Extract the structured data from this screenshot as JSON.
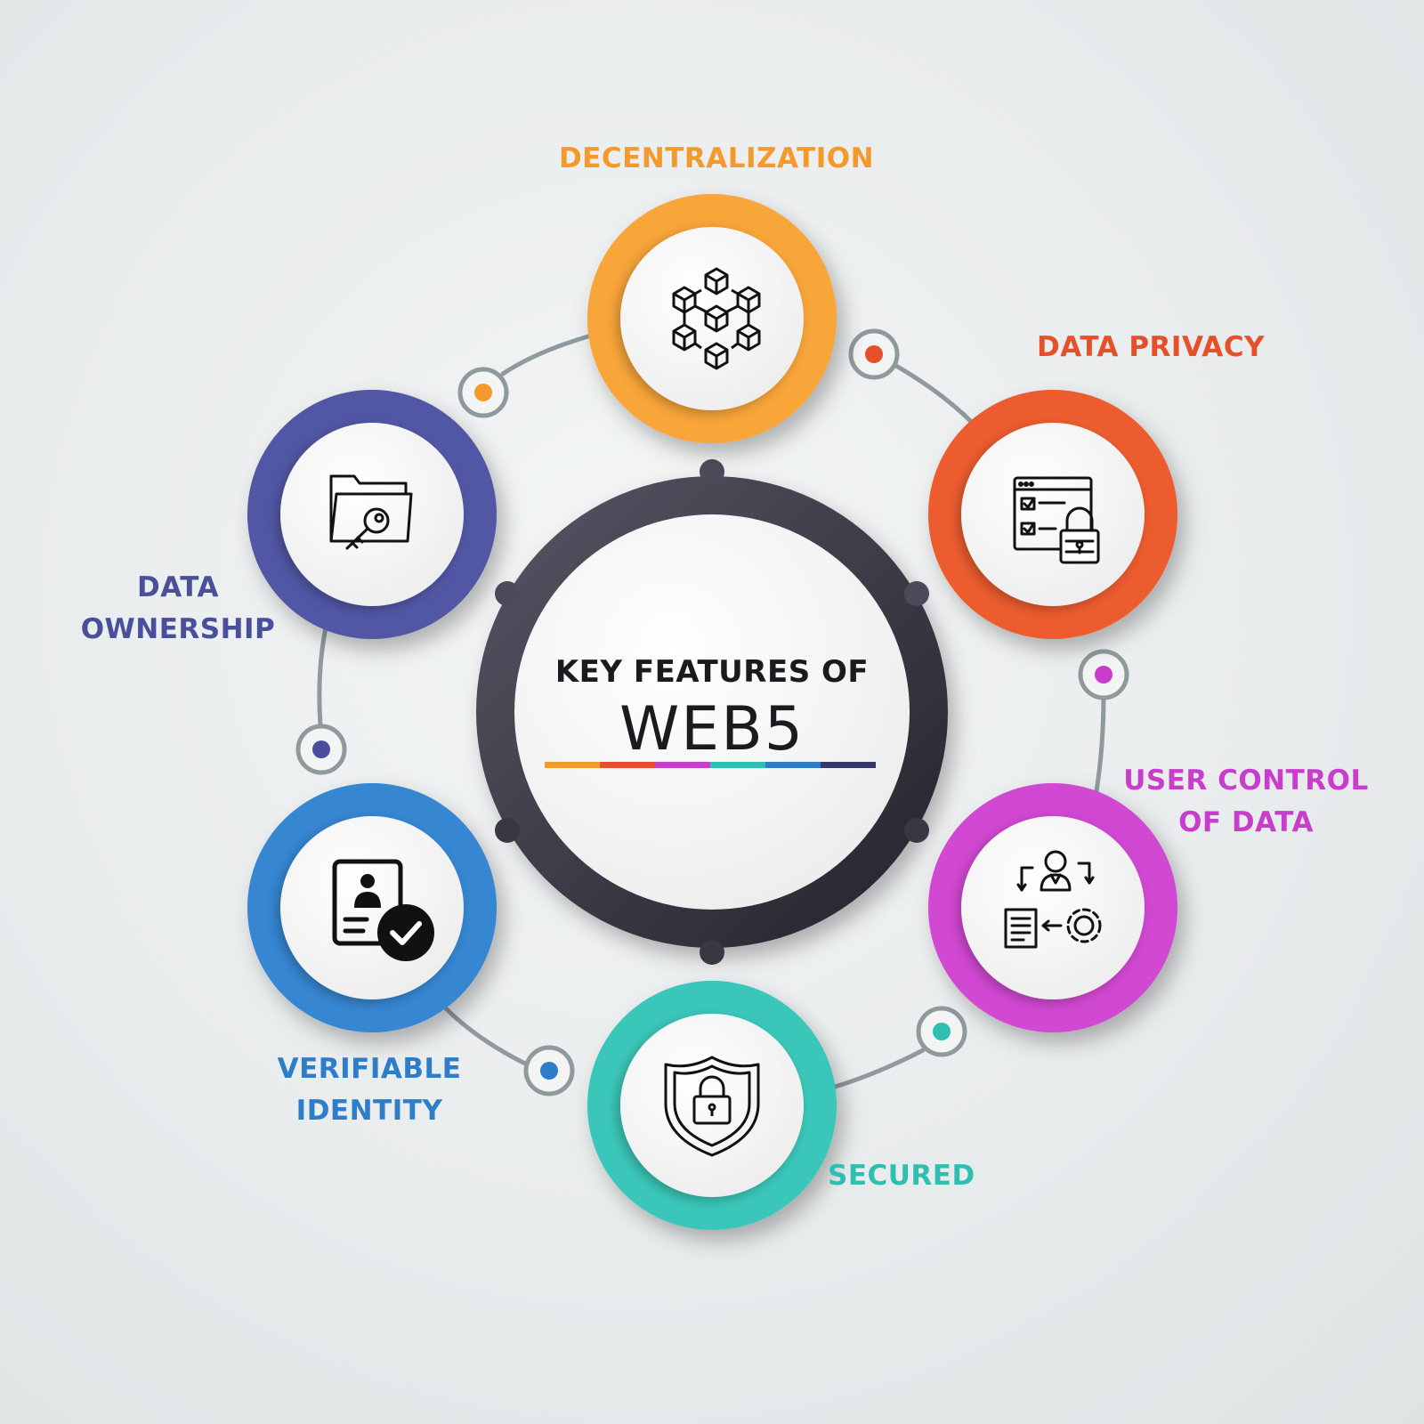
{
  "title": {
    "line1": "KEY FEATURES OF",
    "line2": "WEB5"
  },
  "colors": {
    "decentralization": "#f49a2c",
    "data_privacy": "#e5502a",
    "user_control": "#c93dcc",
    "secured": "#2ebfb1",
    "verifiable_identity": "#2d7dc9",
    "data_ownership": "#4a4f9b",
    "hub": "#4e4a5a",
    "connector": "#8f9a9c",
    "underline": [
      "#f49a2c",
      "#e5502a",
      "#c93dcc",
      "#2ebfb1",
      "#2d7dc9",
      "#35386a"
    ]
  },
  "features": [
    {
      "key": "decentralization",
      "lines": [
        "DECENTRALIZATION"
      ],
      "icon": "blockchain-cubes-icon"
    },
    {
      "key": "data_privacy",
      "lines": [
        "DATA PRIVACY"
      ],
      "icon": "browser-lock-icon"
    },
    {
      "key": "user_control",
      "lines": [
        "USER CONTROL",
        "OF DATA"
      ],
      "icon": "user-gear-cycle-icon"
    },
    {
      "key": "secured",
      "lines": [
        "SECURED"
      ],
      "icon": "shield-lock-icon"
    },
    {
      "key": "verifiable_identity",
      "lines": [
        "VERIFIABLE",
        "IDENTITY"
      ],
      "icon": "id-card-check-icon"
    },
    {
      "key": "data_ownership",
      "lines": [
        "DATA",
        "OWNERSHIP"
      ],
      "icon": "folder-key-icon"
    }
  ]
}
